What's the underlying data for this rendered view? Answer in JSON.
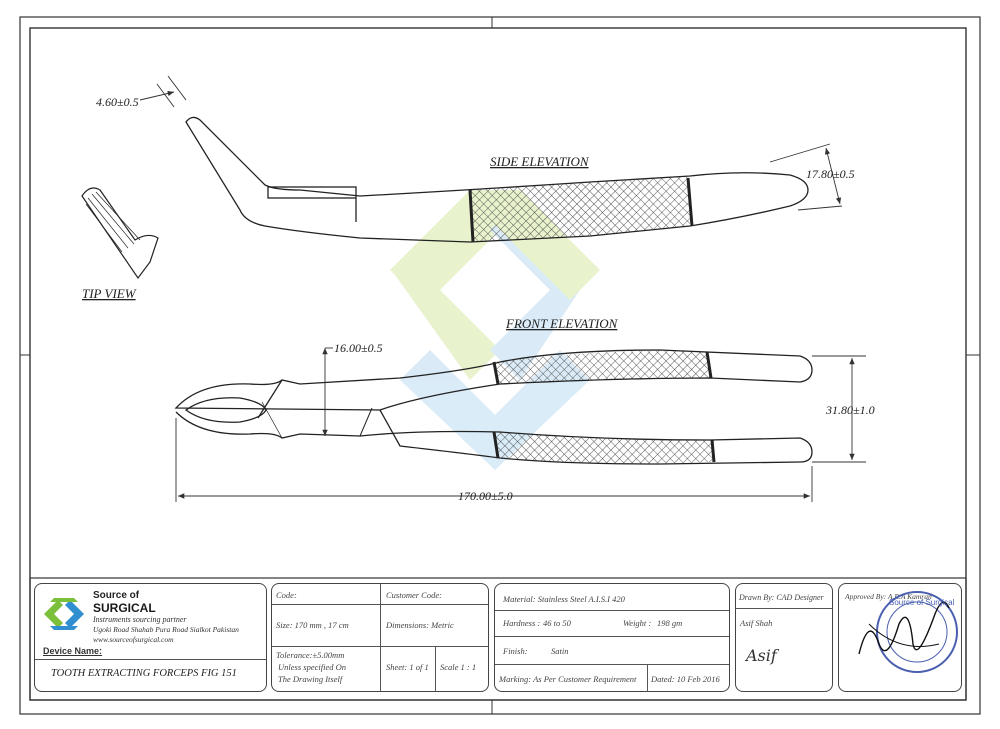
{
  "drawing": {
    "views": {
      "side": "SIDE ELEVATION",
      "front": "FRONT ELEVATION",
      "tip": "TIP VIEW"
    },
    "dimensions": {
      "tip_width": "4.60±0.5",
      "side_height": "17.80±0.5",
      "jaw_height": "16.00±0.5",
      "handle_span": "31.80±1.0",
      "overall_length": "170.00±5.0"
    }
  },
  "title_block": {
    "company": {
      "line1": "Source of",
      "line2": "SURGICAL",
      "tagline": "Instruments sourcing partner",
      "address": "Ugoki Road Shahab Pura Road Sialkot Pakistan",
      "website": "www.sourceofsurgical.com",
      "device_label": "Device Name:",
      "device_name": "TOOTH EXTRACTING FORCEPS FIG 151"
    },
    "spec": {
      "code_label": "Code:",
      "customer_code_label": "Customer Code:",
      "size": "Size: 170 mm , 17 cm",
      "dimensions": "Dimensions: Metric",
      "tolerance_1": "Tolerance:±5.00mm",
      "tolerance_2": "Unless specified On",
      "tolerance_3": "The Drawing Itself",
      "sheet": "Sheet: 1 of 1",
      "scale": "Scale 1 : 1"
    },
    "material": {
      "material": "Material: Stainless Steel A.I.S.I 420",
      "hardness_label": "Hardness :",
      "hardness": "46 to 50",
      "weight_label": "Weight :",
      "weight": "198 gm",
      "finish_label": "Finish:",
      "finish": "Satin",
      "marking": "Marking: As Per Customer Requirement",
      "dated": "Dated: 10 Feb 2016"
    },
    "drawn": {
      "drawn_by": "Drawn By: CAD Designer",
      "name": "Asif Shah",
      "signature": "Asif"
    },
    "approved": {
      "approved_by": "Approved By: A.R.A Kamran",
      "stamp_text": "Source of Surgical"
    }
  },
  "colors": {
    "line": "#222222",
    "watermark_green": "#d6e9a6",
    "watermark_blue": "#bcdcf2",
    "logo_green": "#7cbf3a",
    "logo_blue": "#2f8fd0",
    "stamp_blue": "#4a5fb0"
  }
}
